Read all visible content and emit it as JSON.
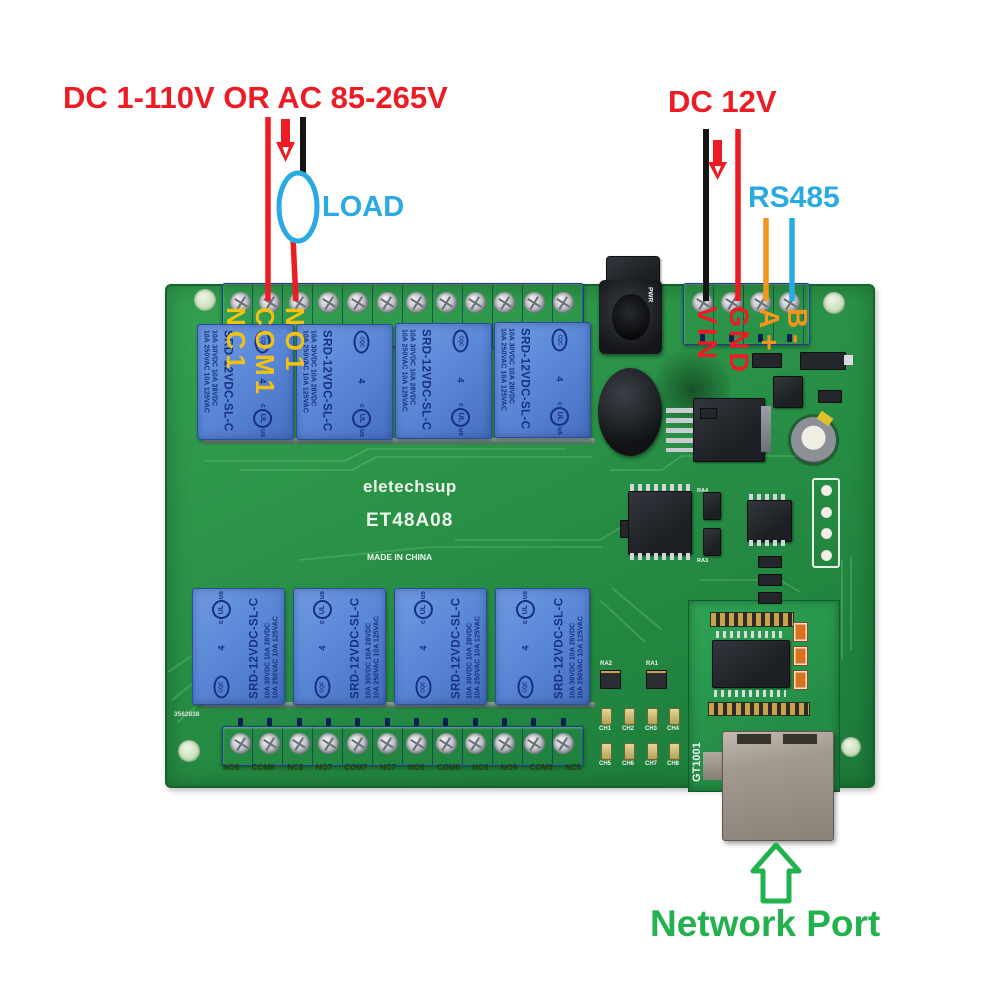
{
  "annotations": {
    "supply_label": "DC 1-110V OR AC 85-265V",
    "load_label": "LOAD",
    "dc12v_label": "DC 12V",
    "rs485_label": "RS485",
    "network_port_label": "Network Port"
  },
  "board": {
    "brand": "eletechsup",
    "model": "ET48A08",
    "origin": "MADE IN CHINA",
    "serial": "3562838",
    "pwr_label": "PWR",
    "eth_chip_label": "GT1001",
    "pins": {
      "relay_top": [
        "NC1",
        "COM1",
        "NO1"
      ],
      "power": [
        "VIN",
        "GND",
        "A+",
        "B-"
      ],
      "bottom": [
        "NO8",
        "COM8",
        "NC8",
        "NO7",
        "COM7",
        "NC7",
        "NO6",
        "COM6",
        "NC6",
        "NO5",
        "COM5",
        "NC5"
      ]
    },
    "led_labels": [
      "CH1",
      "CH2",
      "CH3",
      "CH4",
      "CH5",
      "CH6",
      "CH7",
      "CH8"
    ],
    "resnet_labels": [
      "RA2",
      "RA1"
    ],
    "ic_labels": [
      "RA4",
      "RA3"
    ],
    "relay": {
      "model": "SRD-12VDC-SL-C",
      "rating1": "10A 250VAC 10A 125VAC",
      "rating2": "10A 30VDC 10A 28VDC",
      "cert_cqc": "CQC",
      "cert_ul_prefix": "c",
      "cert_ul": "UL",
      "cert_ul_suffix": "us",
      "coil_mark": "4"
    }
  },
  "colors": {
    "red": "#ed1c24",
    "blue": "#29abe2",
    "orange": "#f7941d",
    "green": "#22b14c",
    "yellow": "#f2c212",
    "navy": "#16317e"
  }
}
